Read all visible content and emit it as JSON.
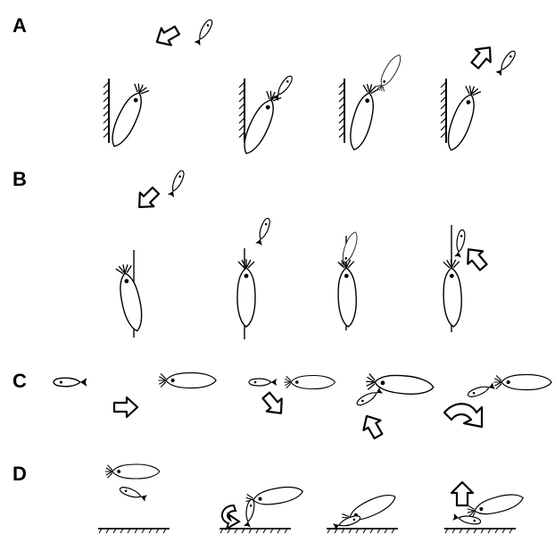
{
  "rows": [
    {
      "id": "A",
      "label": "A"
    },
    {
      "id": "B",
      "label": "B"
    },
    {
      "id": "C",
      "label": "C"
    },
    {
      "id": "D",
      "label": "D"
    }
  ],
  "colors": {
    "ink": "#000000",
    "paper": "#ffffff"
  }
}
